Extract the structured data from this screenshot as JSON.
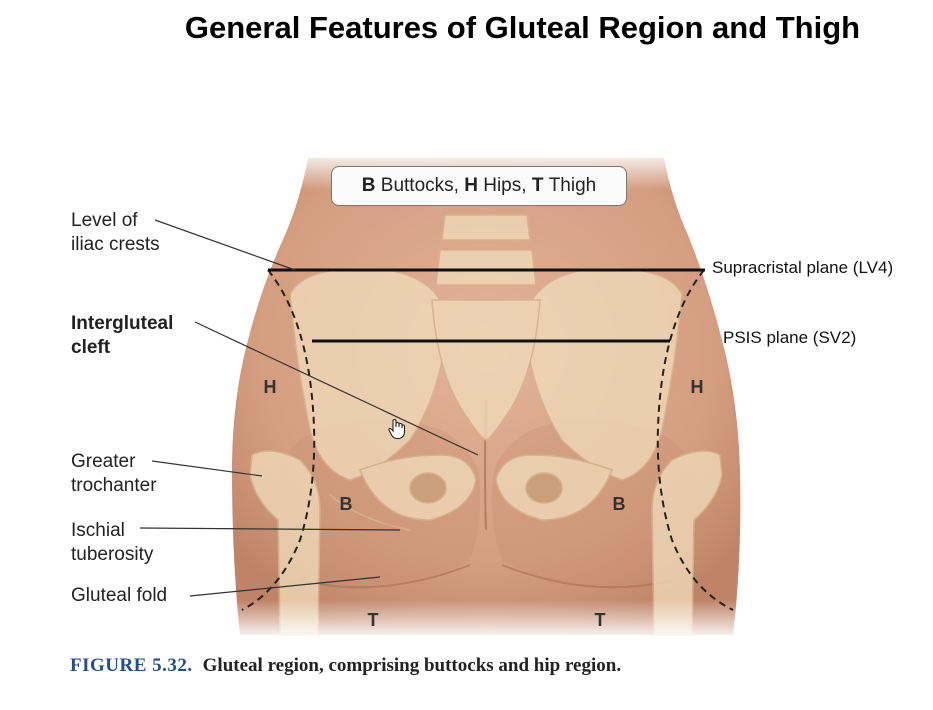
{
  "title": "General Features of Gluteal Region and Thigh",
  "legend": {
    "b_abbr": "B",
    "b_label": "Buttocks,",
    "h_abbr": "H",
    "h_label": "Hips,",
    "t_abbr": "T",
    "t_label": "Thigh"
  },
  "left_labels": {
    "iliac_crests_line1": "Level of",
    "iliac_crests_line2": "iliac crests",
    "intergluteal_line1": "Intergluteal",
    "intergluteal_line2": "cleft",
    "greater_troch_line1": "Greater",
    "greater_troch_line2": "trochanter",
    "ischial_line1": "Ischial",
    "ischial_line2": "tuberosity",
    "gluteal_fold": "Gluteal fold"
  },
  "planes": {
    "supracristal": "Supracristal plane (LV4)",
    "psis": "PSIS plane (SV2)"
  },
  "region_letters": {
    "hip_left": "H",
    "hip_right": "H",
    "buttock_left": "B",
    "buttock_right": "B",
    "thigh_left": "T",
    "thigh_right": "T"
  },
  "caption": {
    "figure_number": "FIGURE 5.32.",
    "text": "Gluteal region, comprising buttocks and hip region."
  },
  "colors": {
    "skin": "#d9a58a",
    "skin_shadow": "#b87c63",
    "bone": "#f0d9b8",
    "bone_outline": "#d7b48f",
    "figure_blue": "#1f4e94"
  }
}
